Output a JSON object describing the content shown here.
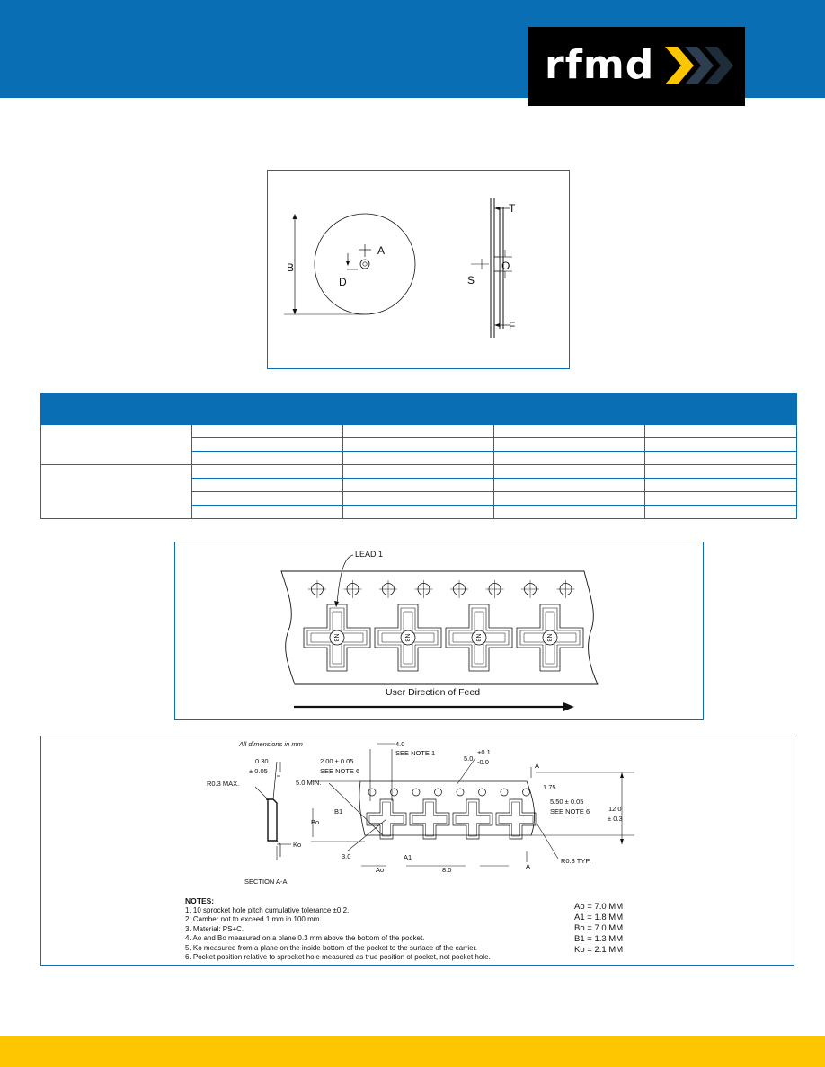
{
  "header": {
    "logo_text": "rfmd",
    "brand_color": "#0a6eb4",
    "accent_color": "#fdc600"
  },
  "reel_figure": {
    "labels": {
      "a": "A",
      "b": "B",
      "d": "D",
      "t": "T",
      "o": "O",
      "s": "S",
      "f": "F"
    }
  },
  "spec_table": {
    "group_rows": 2,
    "rows_per_group": [
      3,
      4
    ],
    "columns": 5
  },
  "orientation_figure": {
    "lead_label": "LEAD 1",
    "part_marking": "N3",
    "feed_label": "User Direction of Feed"
  },
  "tape_figure": {
    "all_dims": "All dimensions in mm",
    "t030": "0.30",
    "t030_tol": "± 0.05",
    "r03max": "R0.3 MAX.",
    "ko": "Ko",
    "section": "SECTION A-A",
    "d40": "4.0",
    "see_note1": "SEE NOTE 1",
    "d200": "2.00 ± 0.05",
    "see_note6a": "SEE NOTE 6",
    "d50": "5.0",
    "d50_tol_plus": "+0.1",
    "d50_tol_minus": "-0.0",
    "a_top": "A",
    "d50min": "5.0 MIN.",
    "d175": "1.75",
    "d550": "5.50 ± 0.05",
    "see_note6b": "SEE NOTE 6",
    "d120": "12.0",
    "d120_tol": "± 0.3",
    "b1": "B1",
    "bo": "Bo",
    "d30": "3.0",
    "a1": "A1",
    "ao": "Ao",
    "d80": "8.0",
    "a_bottom": "A",
    "r03typ": "R0.3 TYP."
  },
  "notes": {
    "title": "NOTES:",
    "items": [
      "1. 10 sprocket hole pitch cumulative tolerance ±0.2.",
      "2. Camber not to exceed 1 mm in 100 mm.",
      "3. Material: PS+C.",
      "4. Ao and Bo measured on a plane 0.3 mm above the bottom of the pocket.",
      "5. Ko measured from a plane on the inside bottom of the pocket to the surface of the carrier.",
      "6. Pocket position relative to sprocket hole measured as true position of pocket, not pocket hole."
    ]
  },
  "dimensions": {
    "items": [
      "Ao = 7.0 MM",
      "A1 = 1.8 MM",
      "Bo = 7.0 MM",
      "B1 = 1.3 MM",
      "Ko = 2.1 MM"
    ]
  }
}
